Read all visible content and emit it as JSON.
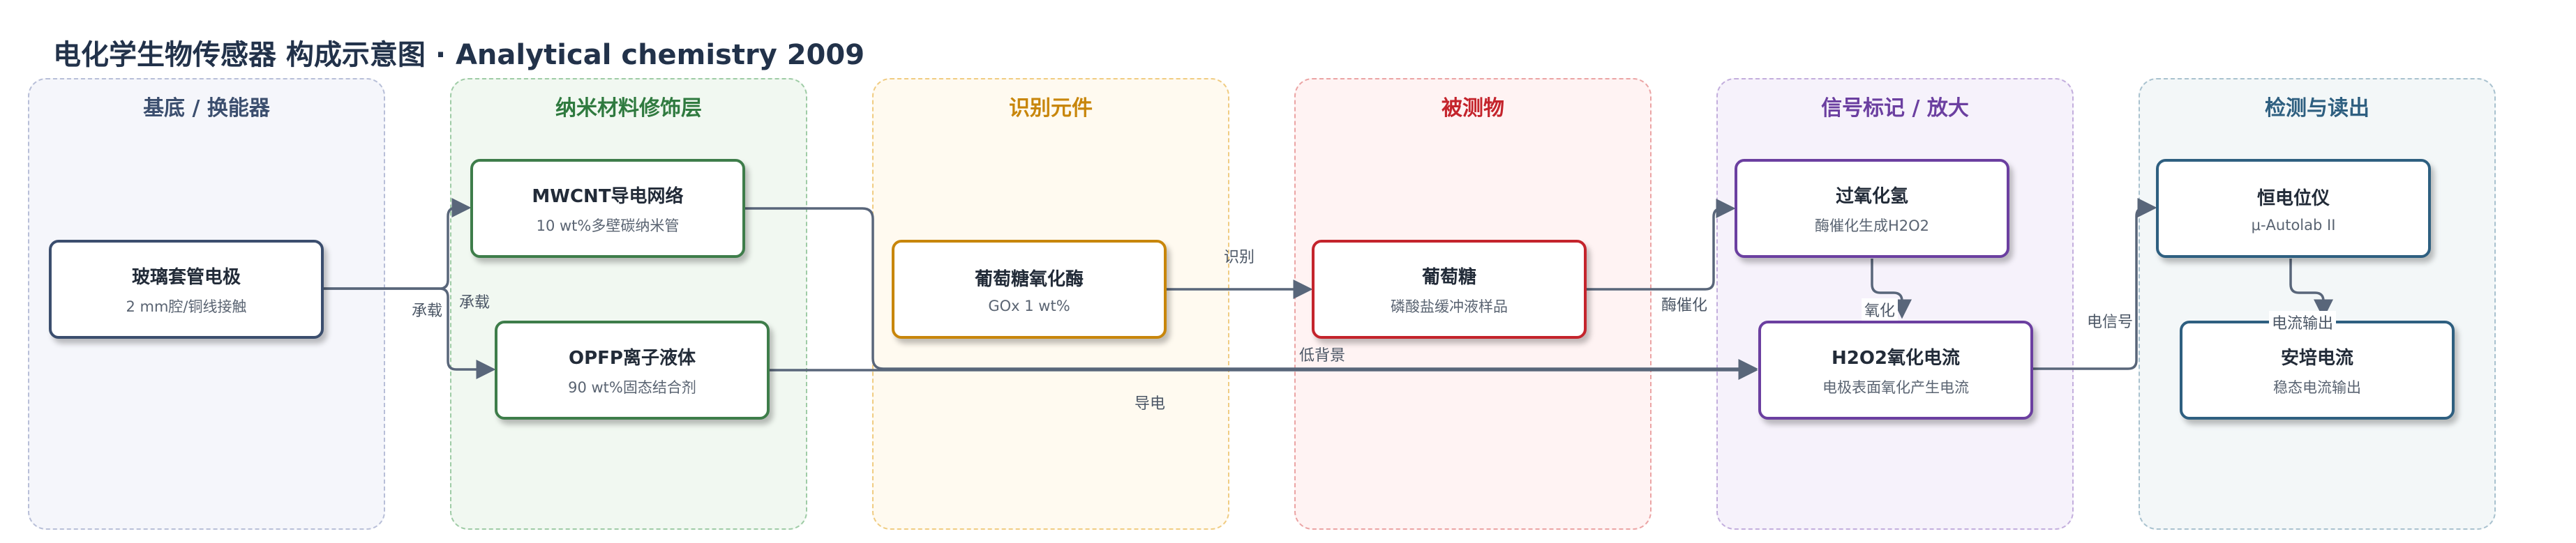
{
  "title": "电化学生物传感器 构成示意图 · Analytical chemistry 2009",
  "colors": {
    "edge": "#59667a",
    "blue_gray": "#3b4e6e",
    "green": "#3e7d4a",
    "orange": "#c8860b",
    "red": "#c4242c",
    "purple": "#6b3fa0",
    "teal": "#2e5f80"
  },
  "panels": [
    {
      "title": "基底 / 换能器",
      "color": "#3b4e6e",
      "bg": "#f5f6fb",
      "border": "#b8bfd8"
    },
    {
      "title": "纳米材料修饰层",
      "color": "#2f7a3f",
      "bg": "#f1f8f1",
      "border": "#9fcca6"
    },
    {
      "title": "识别元件",
      "color": "#c8860b",
      "bg": "#fffaf0",
      "border": "#f0cc82"
    },
    {
      "title": "被测物",
      "color": "#c4242c",
      "bg": "#fff3f3",
      "border": "#eba4a4"
    },
    {
      "title": "信号标记 / 放大",
      "color": "#6b3fa0",
      "bg": "#f6f2fb",
      "border": "#c3aedd"
    },
    {
      "title": "检测与读出",
      "color": "#2e5f80",
      "bg": "#f3f7f8",
      "border": "#a9c2cf"
    }
  ],
  "nodes": {
    "electrode": {
      "title": "玻璃套管电极",
      "sub": "2 mm腔/铜线接触"
    },
    "mwcnt": {
      "title": "MWCNT导电网络",
      "sub": "10 wt%多壁碳纳米管"
    },
    "opfp": {
      "title": "OPFP离子液体",
      "sub": "90 wt%固态结合剂"
    },
    "gox": {
      "title": "葡萄糖氧化酶",
      "sub": "GOx 1 wt%"
    },
    "glucose": {
      "title": "葡萄糖",
      "sub": "磷酸盐缓冲液样品"
    },
    "h2o2": {
      "title": "过氧化氢",
      "sub": "酶催化生成H2O2"
    },
    "current": {
      "title": "H2O2氧化电流",
      "sub": "电极表面氧化产生电流"
    },
    "potentiostat": {
      "title": "恒电位仪",
      "sub": "μ-Autolab II"
    },
    "ampere": {
      "title": "安培电流",
      "sub": "稳态电流输出"
    }
  },
  "edge_labels": {
    "support1": "承载",
    "support2": "承载",
    "recognize": "识别",
    "catalyze": "酶催化",
    "oxidize": "氧化",
    "low_bg": "低背景",
    "conduct": "导电",
    "signal": "电信号",
    "output": "电流输出"
  }
}
